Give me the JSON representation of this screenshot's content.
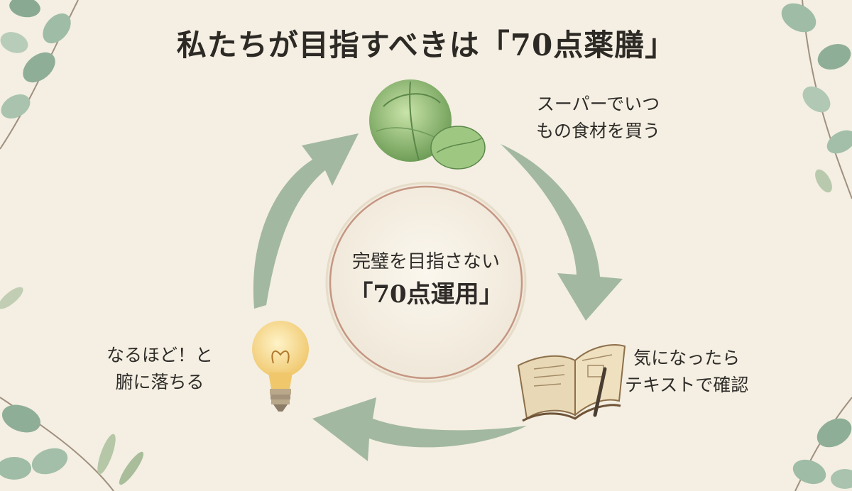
{
  "title": "私たちが目指すべきは「70点薬膳」",
  "center": {
    "line1": "完璧を目指さない",
    "line2": "「70点運用」"
  },
  "steps": [
    {
      "lines": [
        "スーパーでいつ",
        "もの食材を買う"
      ],
      "icon": "cabbage-icon"
    },
    {
      "lines": [
        "気になったら",
        "テキストで確認"
      ],
      "icon": "open-book-icon"
    },
    {
      "lines": [
        "なるほど！と",
        "腑に落ちる"
      ],
      "icon": "light-bulb-icon"
    }
  ],
  "colors": {
    "background": "#f4efe2",
    "arrow": "#9bb39a",
    "ring": "#c59682",
    "leaf": "#8fae97",
    "text": "#2d2a26"
  }
}
